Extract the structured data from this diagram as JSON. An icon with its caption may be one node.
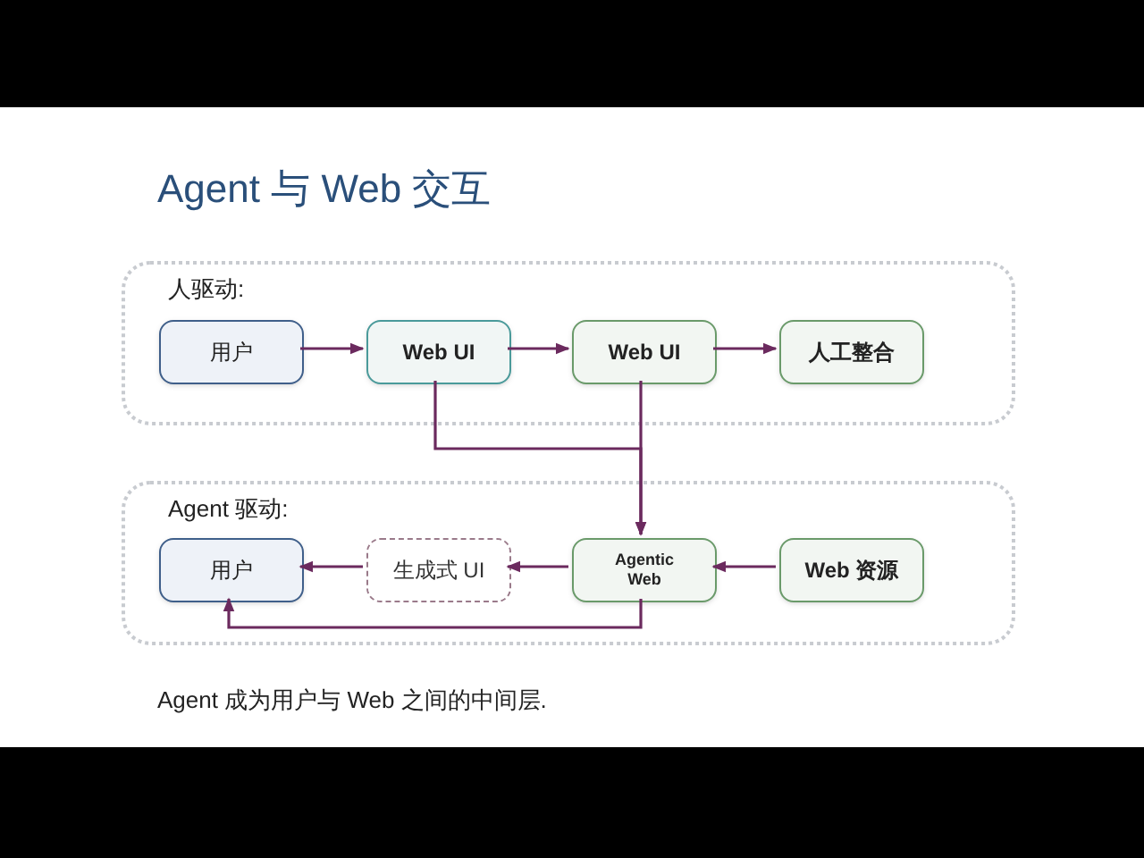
{
  "diagram": {
    "title": "Agent 与 Web 交互",
    "caption": "Agent 成为用户与 Web 之间的中间层.",
    "nodes": [
      {
        "text": [
          "人驱动:"
        ]
      },
      {
        "text": [
          "用户"
        ],
        "in": 0
      },
      {
        "text": [
          "Web UI"
        ],
        "in": 0
      },
      {
        "text": [
          "Web UI"
        ],
        "in": 0
      },
      {
        "text": [
          "人工整合"
        ],
        "in": 0
      },
      {
        "text": [
          "Agent 驱动:"
        ]
      },
      {
        "text": [
          "用户"
        ],
        "in": 5
      },
      {
        "text": [
          "生成式 UI"
        ],
        "in": 5
      },
      {
        "text": [
          "Agentic Web"
        ],
        "in": 5
      },
      {
        "text": [
          "Web 资源"
        ],
        "in": 5
      }
    ],
    "edges": [
      {
        "from": 1,
        "to": 2,
        "arrow": "to"
      },
      {
        "from": 2,
        "to": 3,
        "arrow": "to"
      },
      {
        "from": 3,
        "to": 4,
        "arrow": "to"
      },
      {
        "from": 2,
        "to": 8,
        "arrow": "to"
      },
      {
        "from": 3,
        "to": 8,
        "arrow": "to"
      },
      {
        "from": 9,
        "to": 8,
        "arrow": "to"
      },
      {
        "from": 8,
        "to": 7,
        "arrow": "to"
      },
      {
        "from": 7,
        "to": 6,
        "arrow": "to"
      },
      {
        "from": 8,
        "to": 6,
        "arrow": "to"
      }
    ]
  }
}
